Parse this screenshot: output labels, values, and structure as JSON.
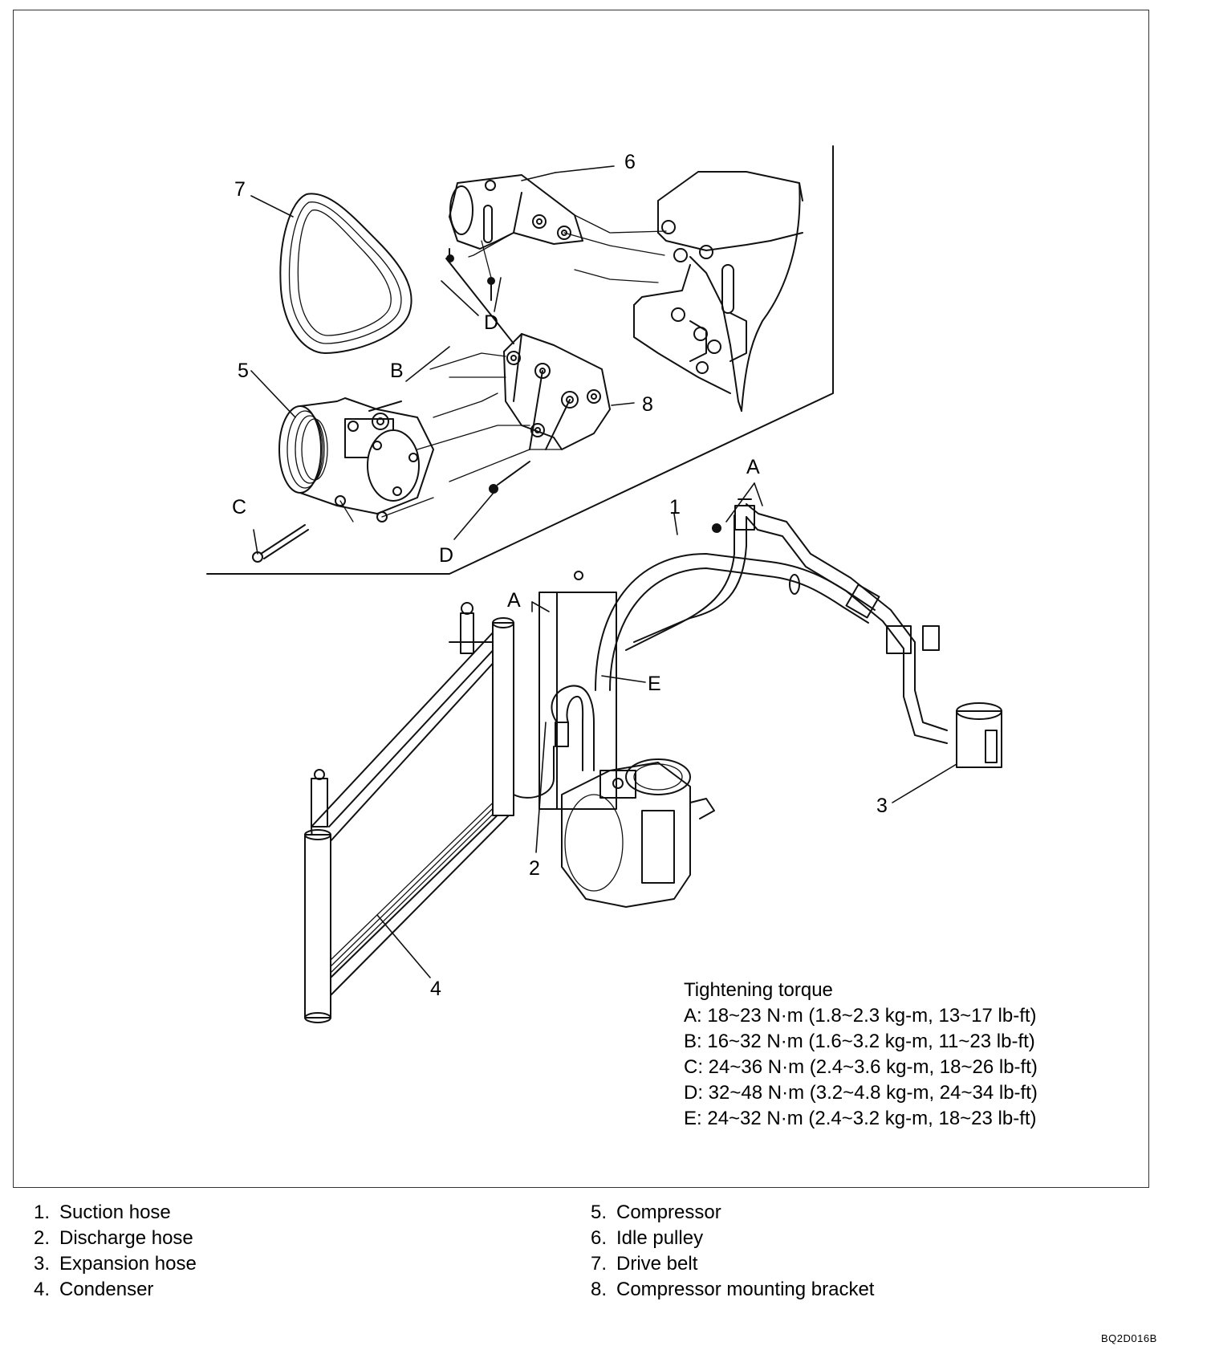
{
  "callouts": {
    "c1": "1",
    "c2": "2",
    "c3": "3",
    "c4": "4",
    "c5": "5",
    "c6": "6",
    "c7": "7",
    "c8": "8",
    "a_top": "A",
    "a_mid": "A",
    "b": "B",
    "c": "C",
    "d_top": "D",
    "d_bot": "D",
    "e": "E"
  },
  "torque": {
    "title": "Tightening torque",
    "lines": [
      "A: 18~23 N·m (1.8~2.3 kg-m, 13~17 lb-ft)",
      "B: 16~32 N·m (1.6~3.2 kg-m, 11~23 lb-ft)",
      "C: 24~36 N·m (2.4~3.6 kg-m, 18~26 lb-ft)",
      "D: 32~48 N·m (3.2~4.8 kg-m, 24~34 lb-ft)",
      "E: 24~32 N·m (2.4~3.2 kg-m, 18~23 lb-ft)"
    ]
  },
  "legend": {
    "left": [
      {
        "num": "1.",
        "label": "Suction hose"
      },
      {
        "num": "2.",
        "label": "Discharge hose"
      },
      {
        "num": "3.",
        "label": "Expansion hose"
      },
      {
        "num": "4.",
        "label": "Condenser"
      }
    ],
    "right": [
      {
        "num": "5.",
        "label": "Compressor"
      },
      {
        "num": "6.",
        "label": "Idle pulley"
      },
      {
        "num": "7.",
        "label": "Drive belt"
      },
      {
        "num": "8.",
        "label": "Compressor mounting bracket"
      }
    ]
  },
  "figure_code": "BQ2D016B"
}
